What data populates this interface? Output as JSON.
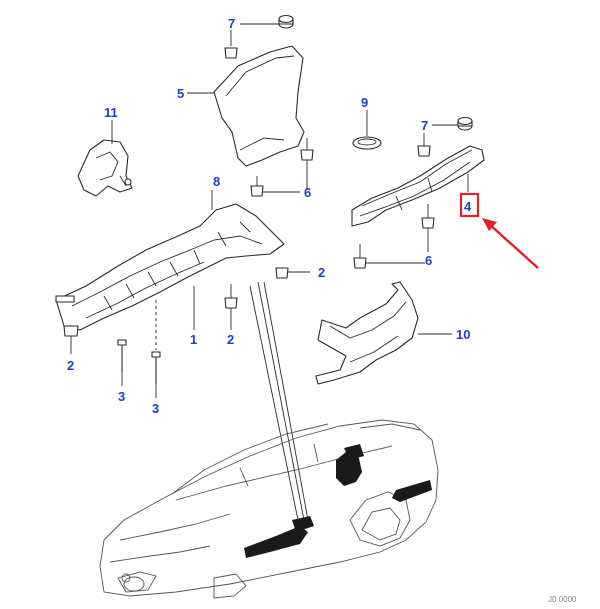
{
  "diagram": {
    "callouts": {
      "c7a": "7",
      "c5": "5",
      "c11": "11",
      "c9": "9",
      "c7b": "7",
      "c8": "8",
      "c6a": "6",
      "c6b": "6",
      "c4": "4",
      "c2a": "2",
      "c1": "1",
      "c2b": "2",
      "c2c": "2",
      "c3a": "3",
      "c3b": "3",
      "c10": "10"
    },
    "highlight_color": "#e0202a",
    "callout_color": "#1f3fc4",
    "footer_code": "J0 0000"
  }
}
